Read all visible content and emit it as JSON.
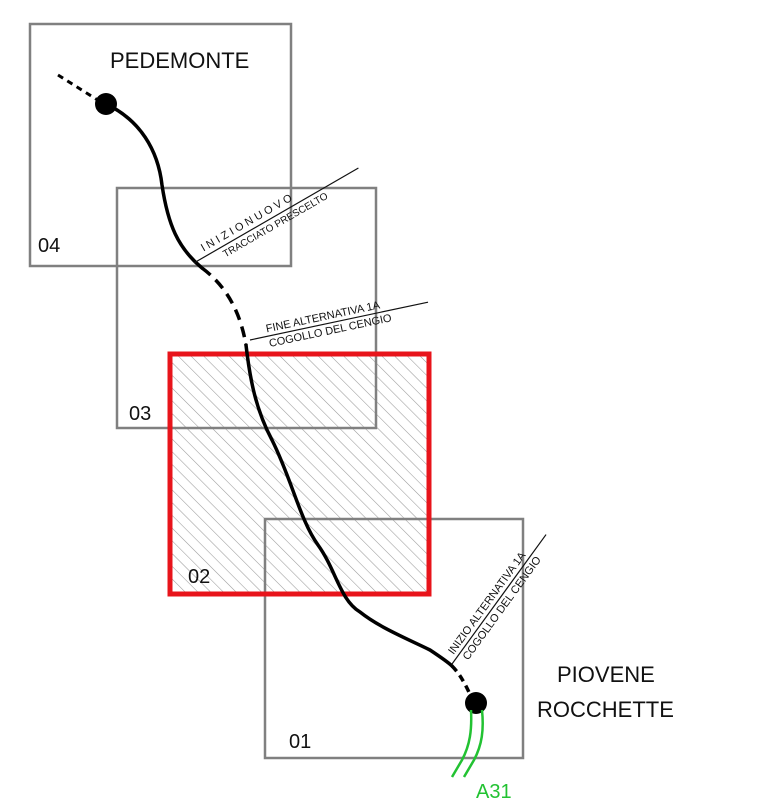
{
  "map": {
    "sheets": [
      {
        "id": "04",
        "label": "04"
      },
      {
        "id": "03",
        "label": "03"
      },
      {
        "id": "02",
        "label": "02",
        "highlighted": true
      },
      {
        "id": "01",
        "label": "01"
      }
    ],
    "places": {
      "north": "PEDEMONTE",
      "south_line1": "PIOVENE",
      "south_line2": "ROCCHETTE"
    },
    "road_label": "A31",
    "annotations": {
      "new_route_start_line1": "I N I Z I O   N U O V O",
      "new_route_start_line2": "TRACCIATO PRESCELTO",
      "alt_end_line1": "FINE ALTERNATIVA 1A",
      "alt_end_line2": "COGOLLO DEL CENGIO",
      "alt_start_line1": "INIZIO ALTERNATIVA 1A",
      "alt_start_line2": "COGOLLO DEL CENGIO"
    },
    "colors": {
      "sheet_border": "#808080",
      "highlight_border": "#e8141b",
      "route": "#000000",
      "road": "#22c232",
      "hatch": "#9a9a9a"
    }
  }
}
